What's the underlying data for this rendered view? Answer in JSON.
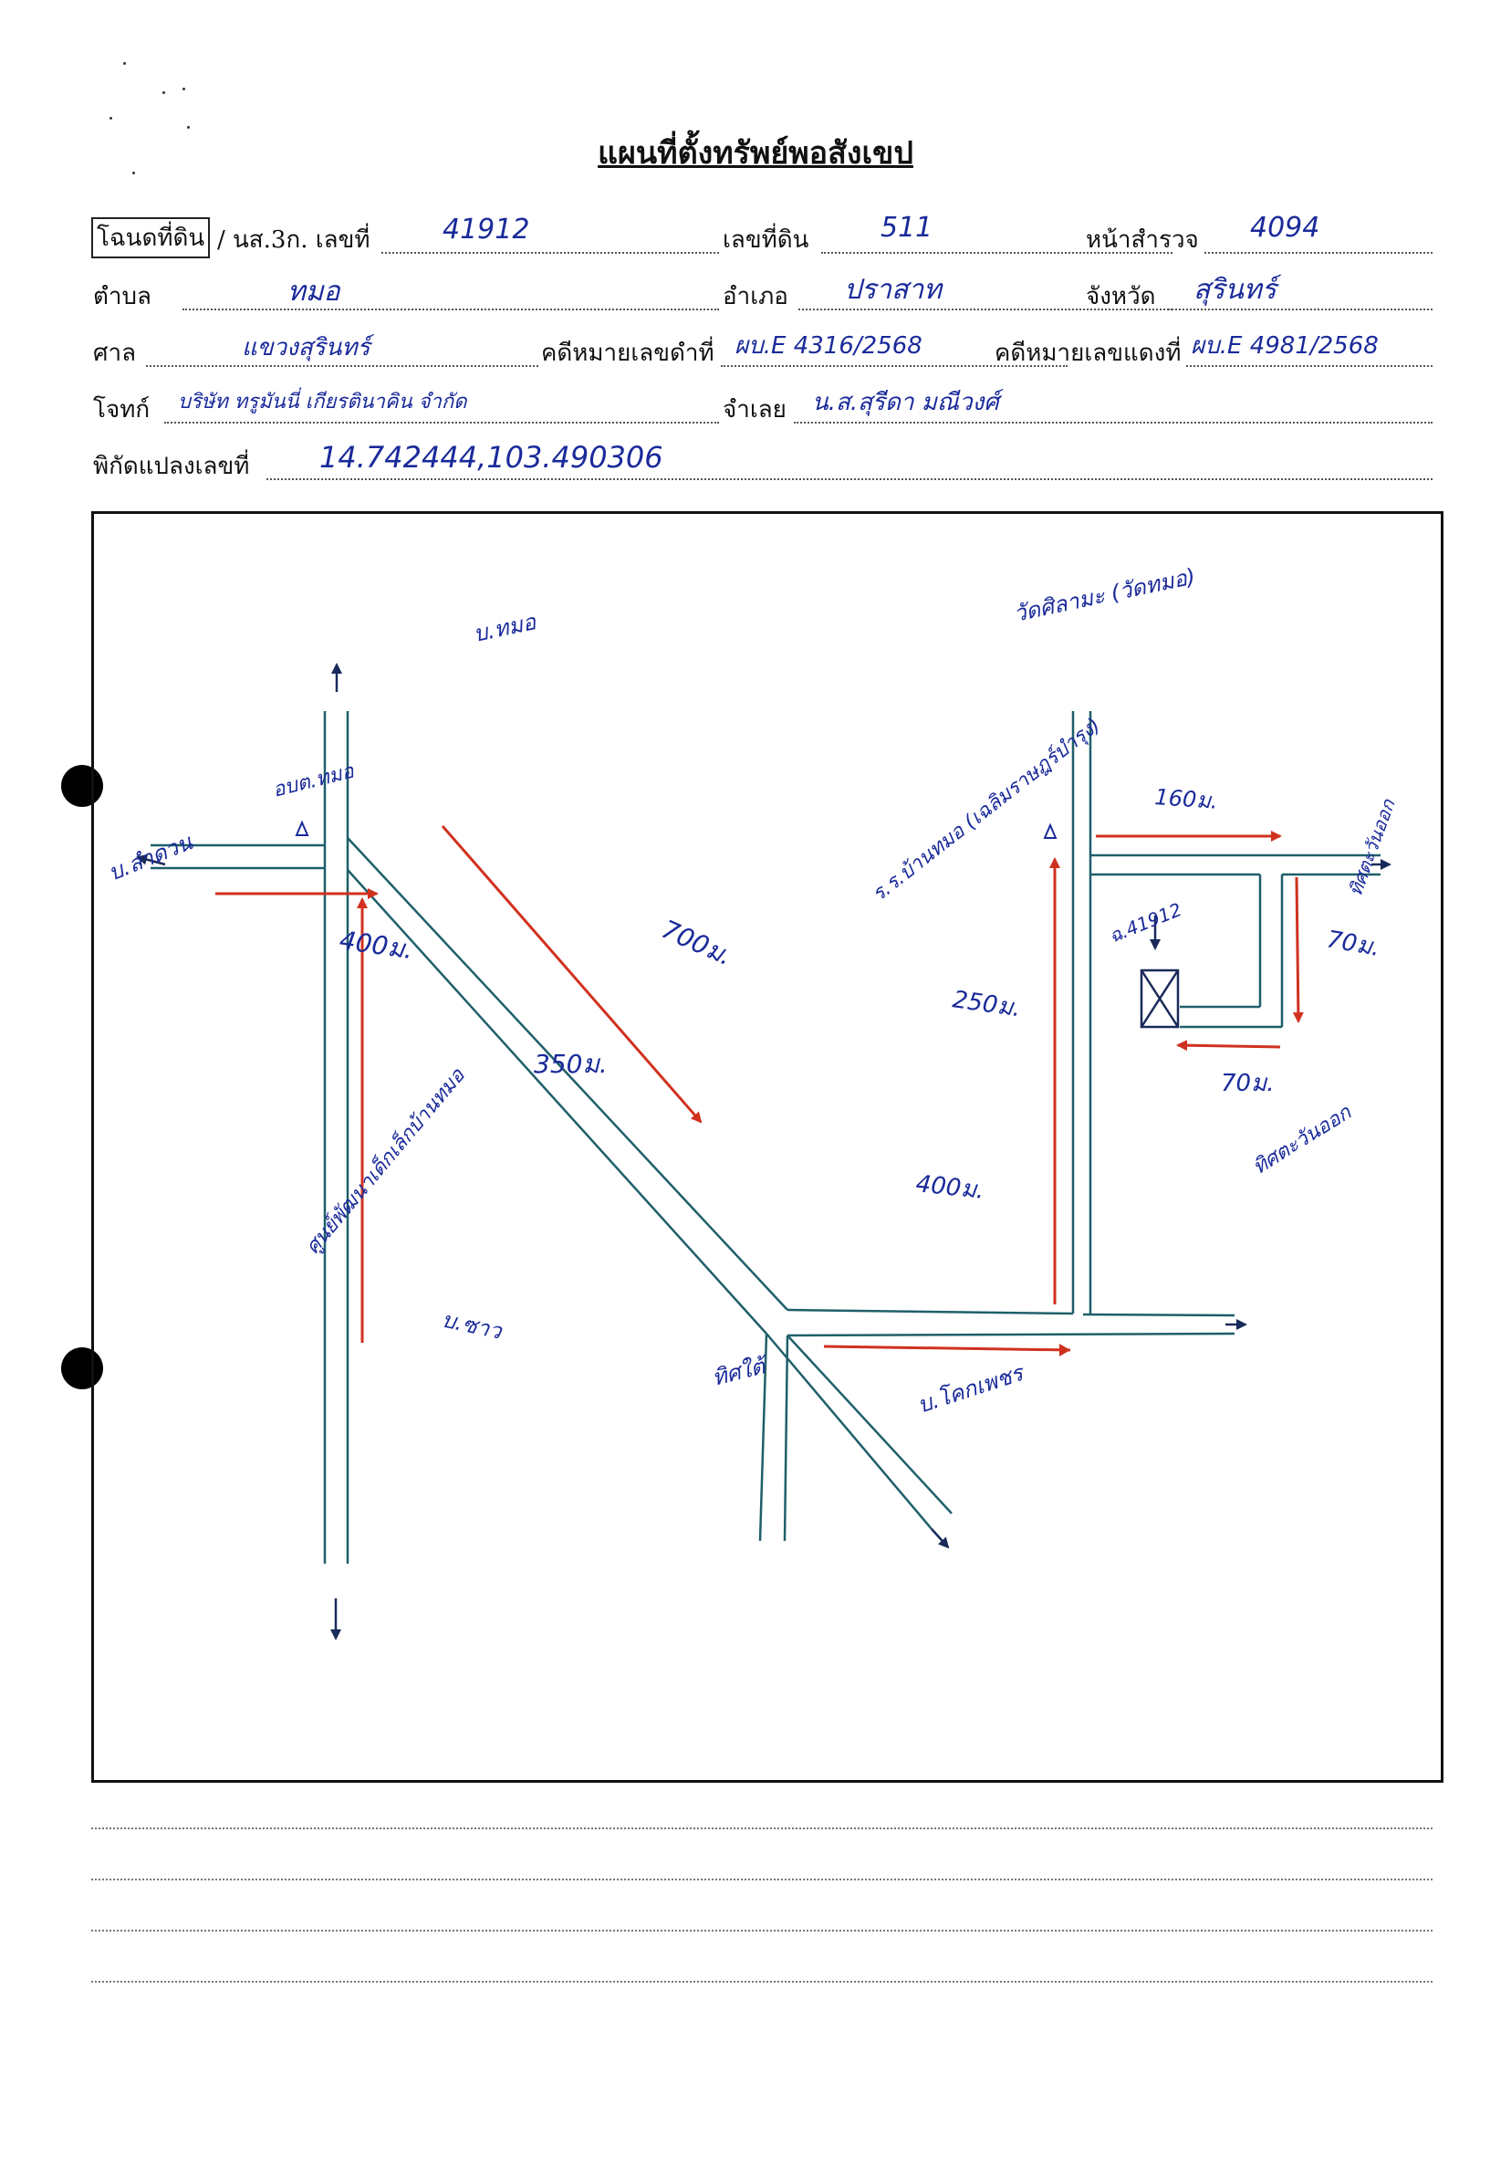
{
  "title": "แผนที่ตั้งทรัพย์พอสังเขป",
  "header": {
    "deed_label_boxed": "โฉนดที่ดิน",
    "deed_label_rest": "/ นส.3ก. เลขที่",
    "deed_number": "41912",
    "land_no_label": "เลขที่ดิน",
    "land_no": "511",
    "survey_page_label": "หน้าสำรวจ",
    "survey_page": "4094",
    "tambon_label": "ตำบล",
    "tambon": "ทมอ",
    "amphoe_label": "อำเภอ",
    "amphoe": "ปราสาท",
    "province_label": "จังหวัด",
    "province": "สุรินทร์",
    "court_label": "ศาล",
    "court": "แขวงสุรินทร์",
    "black_case_label": "คดีหมายเลขดำที่",
    "black_case": "ผบ.E 4316/2568",
    "red_case_label": "คดีหมายเลขแดงที่",
    "red_case": "ผบ.E 4981/2568",
    "plaintiff_label": "โจทก์",
    "plaintiff": "บริษัท ทรูมันนี่ เกียรตินาคิน จำกัด",
    "defendant_label": "จำเลย",
    "defendant": "น.ส.สุรีดา มณีวงศ์",
    "coords_label": "พิกัดแปลงเลขที่",
    "coords": "14.742444,103.490306"
  },
  "map": {
    "labels": {
      "to_ban_thamo": "บ.ทมอ",
      "obt_thamo": "อบต.ทมอ",
      "to_ban_lamduan": "บ.ลำดวน",
      "dist_400": "400ม.",
      "dist_350": "350ม.",
      "dist_700": "700ม.",
      "child_center": "ศูนย์พัฒนาเด็กเล็กบ้านทมอ",
      "to_ban_sao": "บ.ซาว",
      "to_prasat": "ทิศใต้",
      "to_ban_khok_phet": "บ.โคกเพชร",
      "dist_400b": "400ม.",
      "to_right_east": "ทิศตะวันออก",
      "school": "ร.ร.บ้านทมอ (เฉลิมราษฎร์บำรุง)",
      "dist_250": "250ม.",
      "temple": "วัดศิลามะ (วัดทมอ)",
      "dist_160": "160ม.",
      "to_east": "ทิศตะวันออก",
      "dist_70a": "70ม.",
      "parcel": "ฉ.41912",
      "dist_70b": "70ม."
    }
  },
  "colors": {
    "ink_blue": "#1a2a9a",
    "road": "#1f5f6a",
    "arrow_red": "#d0311f"
  }
}
